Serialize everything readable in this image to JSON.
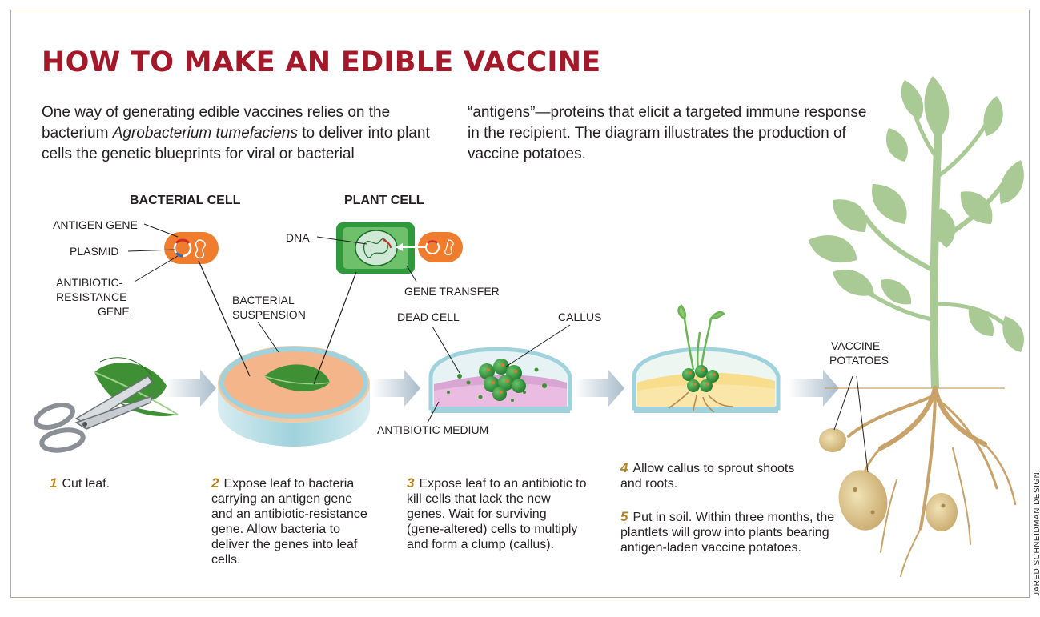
{
  "title": "HOW TO MAKE AN EDIBLE VACCINE",
  "intro": {
    "col1_a": "One way of generating edible vaccines relies on the bacterium ",
    "col1_em": "Agrobacterium tumefaciens",
    "col1_b": " to deliver into plant cells the genetic blueprints for viral or bacterial",
    "col2": "“antigens”—proteins that elicit a targeted immune response in the recipient. The diagram illustrates the production of vaccine potatoes."
  },
  "headers": {
    "bacterial_cell": "BACTERIAL CELL",
    "plant_cell": "PLANT CELL"
  },
  "labels": {
    "antigen_gene": "ANTIGEN GENE",
    "plasmid": "PLASMID",
    "antibiotic_resistance_1": "ANTIBIOTIC-",
    "antibiotic_resistance_2": "RESISTANCE",
    "antibiotic_resistance_3": "GENE",
    "dna": "DNA",
    "gene_transfer": "GENE TRANSFER",
    "bacterial_suspension_1": "BACTERIAL",
    "bacterial_suspension_2": "SUSPENSION",
    "dead_cell": "DEAD CELL",
    "callus": "CALLUS",
    "antibiotic_medium": "ANTIBIOTIC MEDIUM",
    "vaccine_potatoes_1": "VACCINE",
    "vaccine_potatoes_2": "POTATOES"
  },
  "steps": [
    {
      "num": "1",
      "text": "Cut leaf."
    },
    {
      "num": "2",
      "text": "Expose leaf to bacteria carrying an antigen gene and an antibiotic-resistance gene. Allow bacteria to deliver the genes into leaf cells."
    },
    {
      "num": "3",
      "text": "Expose leaf to an antibiotic to kill cells that lack the new genes. Wait for surviving (gene-altered) cells to multiply and form a clump (callus)."
    },
    {
      "num": "4",
      "text": "Allow callus to sprout shoots and roots."
    },
    {
      "num": "5",
      "text": "Put in soil. Within three months, the plantlets will grow into plants bearing antigen-laden vaccine potatoes."
    }
  ],
  "credit": "JARED SCHNEIDMAN DESIGN",
  "colors": {
    "title": "#a3192a",
    "step_number": "#b5811e",
    "bacterium": "#ef7d2d",
    "plant_cell": "#2f9a3c",
    "leaf": "#3f8f35",
    "foliage": "#a9c995",
    "callus": "#3c9a43",
    "medium_pink": "#d9a6d4",
    "medium_yellow": "#f7dd8c",
    "root": "#c9a269",
    "potato": "#d8c08a",
    "arrow": "#b8c7d3"
  }
}
